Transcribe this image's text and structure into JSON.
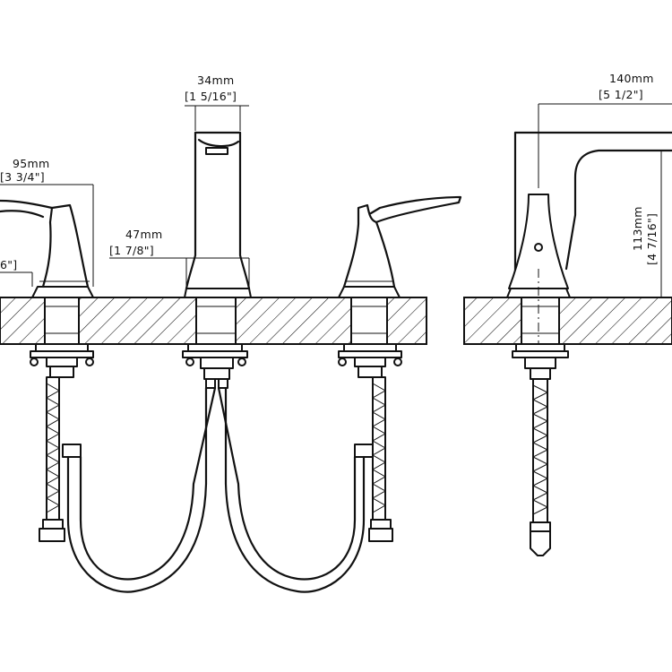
{
  "dimensions": {
    "handle_width": {
      "metric": "95mm",
      "imperial": "[3 3/4\"]"
    },
    "spout_width": {
      "metric": "34mm",
      "imperial": "[1 5/16\"]"
    },
    "spout_base": {
      "metric": "47mm",
      "imperial": "[1 7/8\"]"
    },
    "handle_base": {
      "imperial": "6\"]"
    },
    "spout_reach": {
      "metric": "140mm",
      "imperial": "[5 1/2\"]"
    },
    "spout_height": {
      "metric": "113mm",
      "imperial": "[4 7/16\"]"
    }
  }
}
